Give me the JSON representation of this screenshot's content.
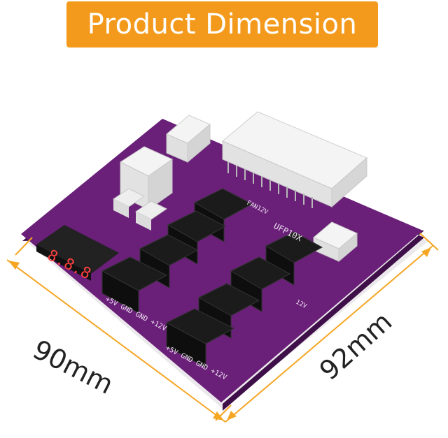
{
  "banner": {
    "title": "Product Dimension",
    "color": "#f39a1c"
  },
  "dimensions": {
    "width_label": "90mm",
    "depth_label": "92mm",
    "line_color": "#f5a623"
  },
  "board": {
    "color": "#6a1f78",
    "pin_label": "+5V GND GND +12V",
    "header_label": "FAN12V",
    "model_label": "UFP10X",
    "voltage_label": "12V"
  }
}
